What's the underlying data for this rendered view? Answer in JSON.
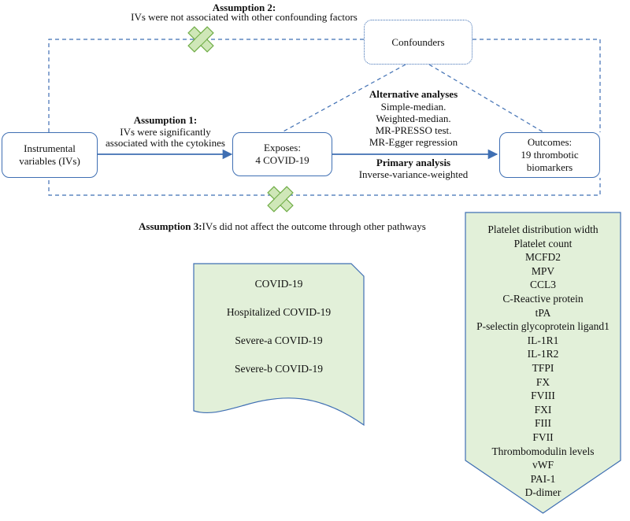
{
  "assumption2": {
    "title": "Assumption 2:",
    "text": "IVs were not associated with other confounding factors"
  },
  "confounders": "Confounders",
  "alternative": {
    "title": "Alternative analyses",
    "items": [
      "Simple-median.",
      "Weighted-median.",
      "MR-PRESSO test.",
      "MR-Egger regression"
    ]
  },
  "assumption1": {
    "title": "Assumption 1:",
    "lines": [
      "IVs were significantly",
      "associated with the cytokines"
    ]
  },
  "instrumental": [
    "Instrumental",
    "variables (IVs)"
  ],
  "exposes": [
    "Exposes:",
    "4 COVID-19"
  ],
  "outcomes": [
    "Outcomes:",
    "19 thrombotic",
    "biomarkers"
  ],
  "primary": {
    "title": "Primary analysis",
    "text": "Inverse-variance-weighted"
  },
  "assumption3": {
    "title": "Assumption 3:",
    "text": "IVs did not affect the outcome through other pathways"
  },
  "exposures_list": [
    "COVID-19",
    "Hospitalized COVID-19",
    "Severe-a COVID-19",
    "Severe-b COVID-19"
  ],
  "biomarkers_list": [
    "Platelet distribution width",
    "Platelet count",
    "MCFD2",
    "MPV",
    "CCL3",
    "C-Reactive protein",
    "tPA",
    "P-selectin glycoprotein ligand1",
    "IL-1R1",
    "IL-1R2",
    "TFPI",
    "FX",
    "FVIII",
    "FXI",
    "FIII",
    "FVII",
    "Thrombomodulin levels",
    "vWF",
    "PAI-1",
    "D-dimer"
  ],
  "colors": {
    "line": "#3f6fb3",
    "fill_green": "#e2f0d9",
    "cross_green": "#cfe7b8",
    "cross_stroke": "#70ad47"
  }
}
